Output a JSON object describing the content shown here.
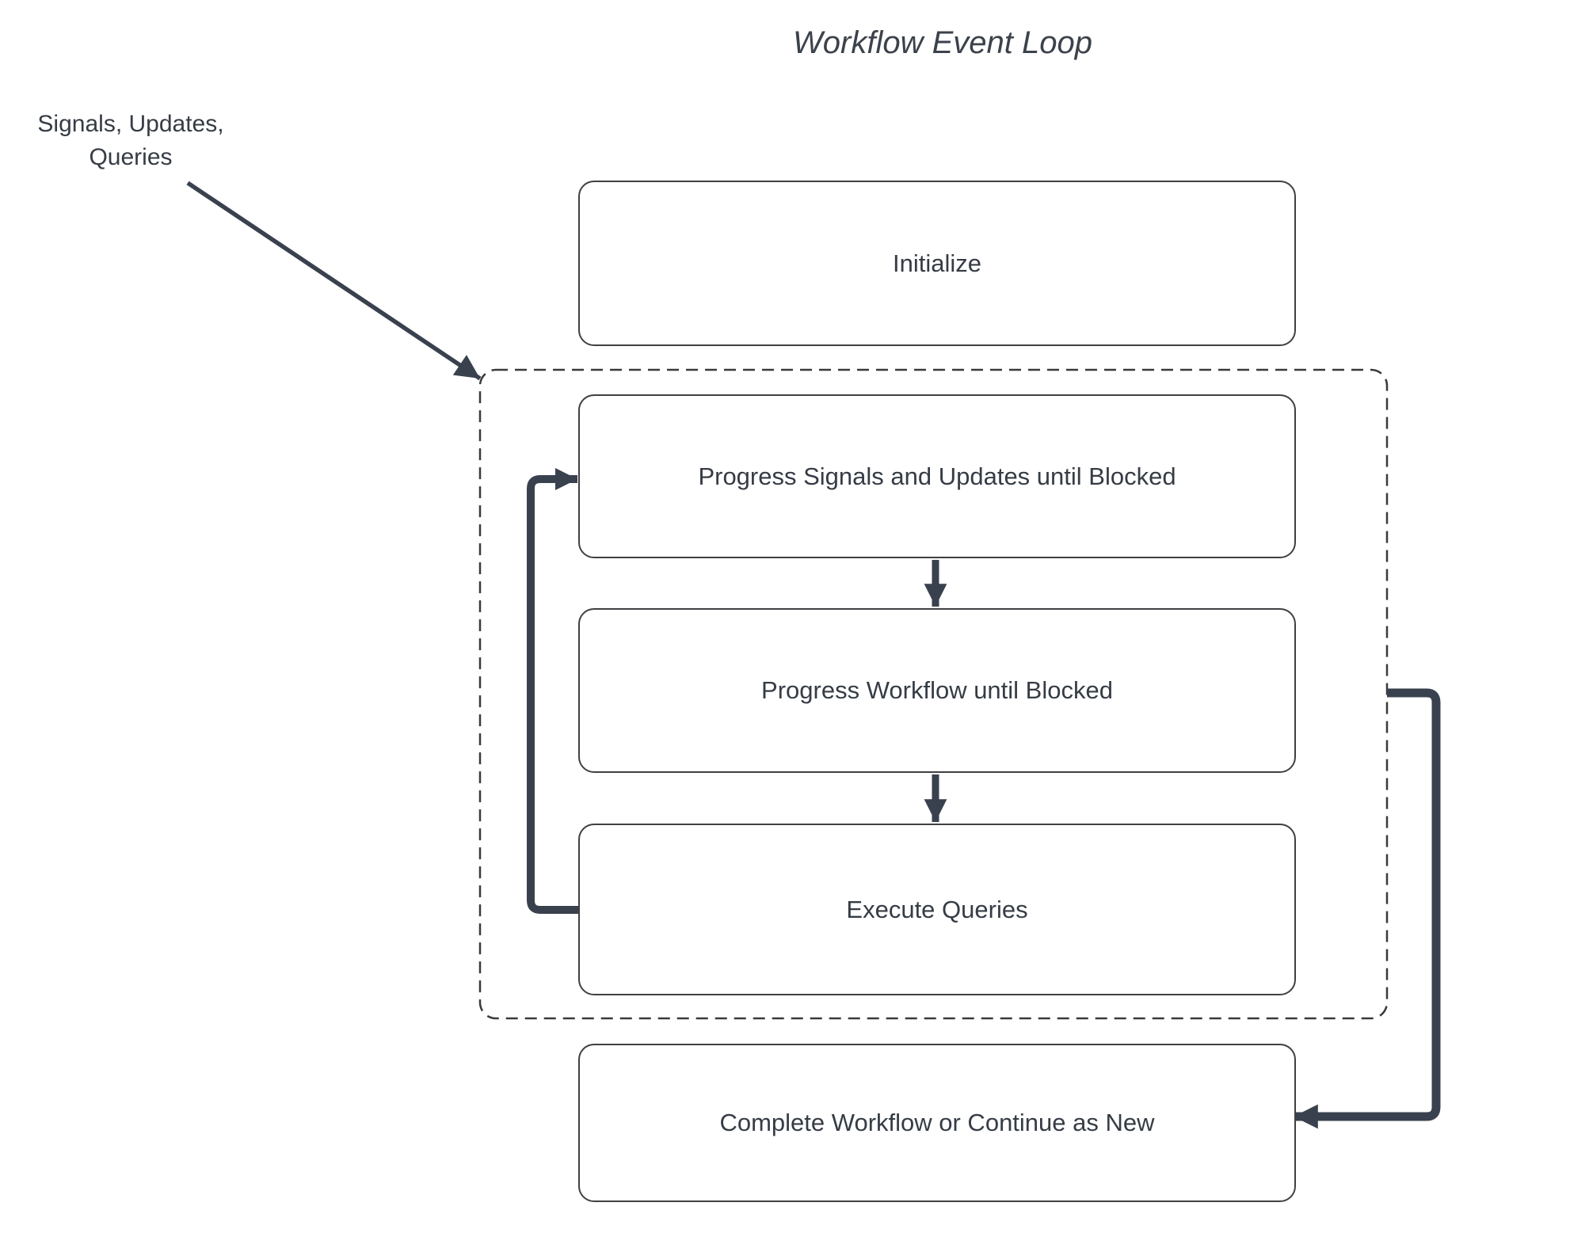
{
  "diagram": {
    "title": "Workflow Event Loop",
    "external_label": {
      "line1": "Signals, Updates,",
      "line2": "Queries"
    },
    "nodes": {
      "initialize": {
        "label": "Initialize"
      },
      "progress_signals": {
        "label": "Progress Signals and Updates until Blocked"
      },
      "progress_workflow": {
        "label": "Progress Workflow until Blocked"
      },
      "execute_queries": {
        "label": "Execute Queries"
      },
      "complete": {
        "label": "Complete Workflow or Continue as New"
      }
    },
    "group": {
      "name": "event-loop-group",
      "contains": [
        "progress_signals",
        "progress_workflow",
        "execute_queries"
      ],
      "border_style": "dashed"
    },
    "edges": [
      {
        "id": "signals-input-arrow",
        "from": "external_label",
        "to": "event-loop-group",
        "style": "thin-diagonal"
      },
      {
        "id": "progress-signals-to-progress-workflow-arrow",
        "from": "progress_signals",
        "to": "progress_workflow",
        "style": "short-down"
      },
      {
        "id": "progress-workflow-to-execute-queries-arrow",
        "from": "progress_workflow",
        "to": "execute_queries",
        "style": "short-down"
      },
      {
        "id": "execute-queries-loop-back-arrow",
        "from": "execute_queries",
        "to": "progress_signals",
        "style": "thick-elbow-left"
      },
      {
        "id": "event-loop-to-complete-arrow",
        "from": "event-loop-group",
        "to": "complete",
        "style": "thick-elbow-right"
      }
    ],
    "colors": {
      "connector": "#3a414e",
      "node_border": "#404044",
      "group_border": "#3a3a3a",
      "node_text": "#363c45",
      "title_text": "#3c424b",
      "background": "#ffffff"
    }
  }
}
